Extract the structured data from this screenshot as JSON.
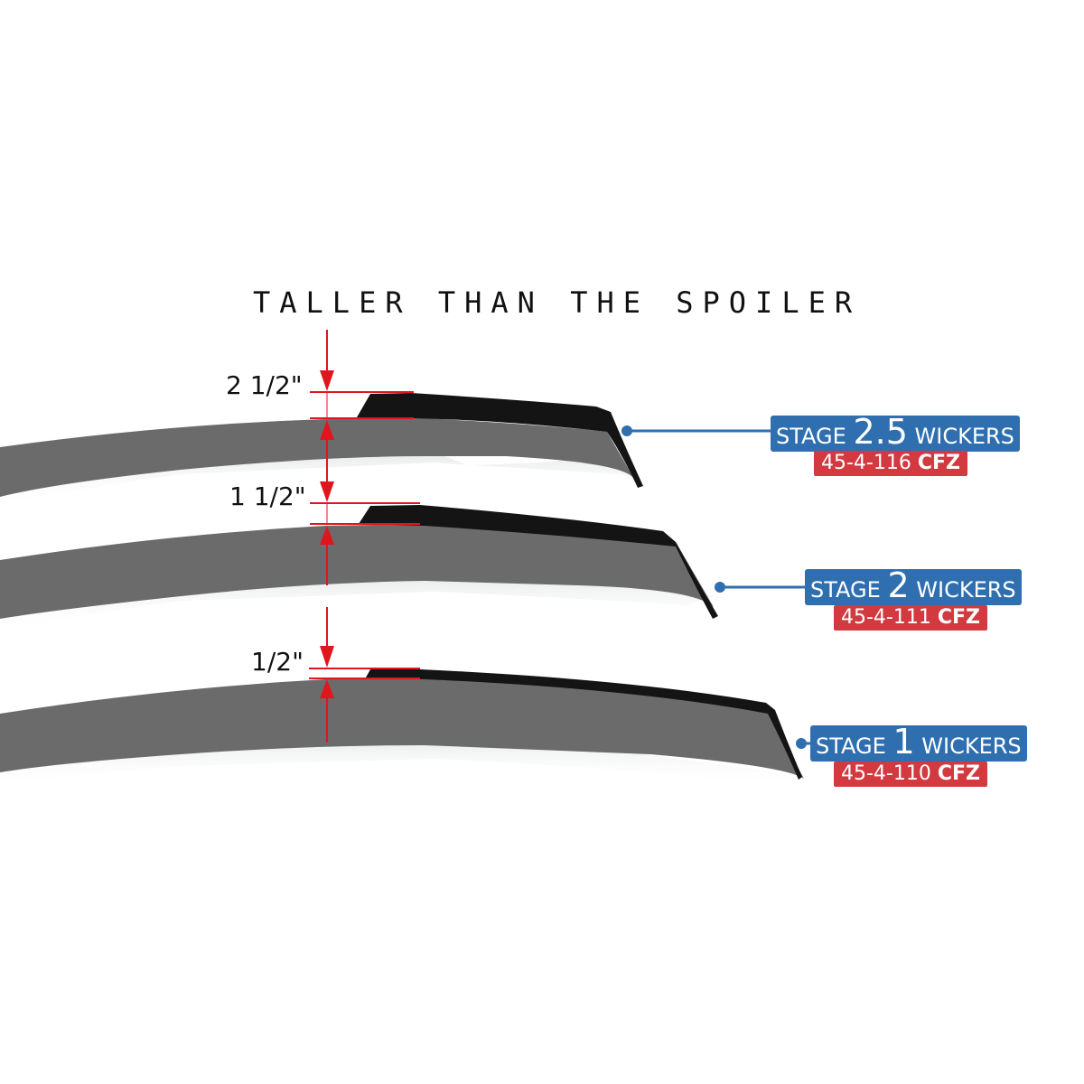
{
  "title": "TALLER THAN THE SPOILER",
  "colors": {
    "stage_label_bg": "#2f6fb0",
    "part_label_bg": "#d23a3f",
    "dimension_lines": "#e0161c",
    "spoiler_body": "#6b6b6b",
    "wicker_black": "#141414"
  },
  "measurements": [
    {
      "label": "2 1/2\""
    },
    {
      "label": "1 1/2\""
    },
    {
      "label": "1/2\""
    }
  ],
  "products": [
    {
      "stage_prefix": "STAGE",
      "stage_number": "2.5",
      "stage_suffix": "WICKERS",
      "part_number": "45-4-116",
      "part_suffix": "CFZ"
    },
    {
      "stage_prefix": "STAGE",
      "stage_number": "2",
      "stage_suffix": "WICKERS",
      "part_number": "45-4-111",
      "part_suffix": "CFZ"
    },
    {
      "stage_prefix": "STAGE",
      "stage_number": "1",
      "stage_suffix": "WICKERS",
      "part_number": "45-4-110",
      "part_suffix": "CFZ"
    }
  ]
}
